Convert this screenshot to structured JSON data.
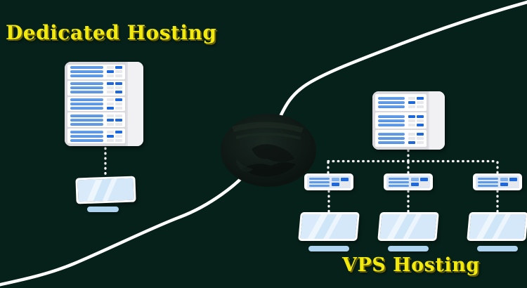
{
  "page": {
    "type": "hosting-comparison-diagram"
  },
  "diagram": {
    "dedicated": {
      "label": "Dedicated Hosting",
      "server_units": 5,
      "clients": 1
    },
    "vps": {
      "label": "VPS Hosting",
      "server_units": 3,
      "virtual_servers": 3,
      "clients": 3
    }
  },
  "colors": {
    "background": "#06211a",
    "label_yellow": "#f2e90e",
    "divider_line": "#ffffff",
    "server_bar_blue": "#6aa4e9",
    "chip_blue": "#1d68dd",
    "chip_gray": "#e6e8ec",
    "monitor_screen": "#d9ebfa",
    "monitor_base": "#aed4f0",
    "globe_dark": "#101a16"
  }
}
